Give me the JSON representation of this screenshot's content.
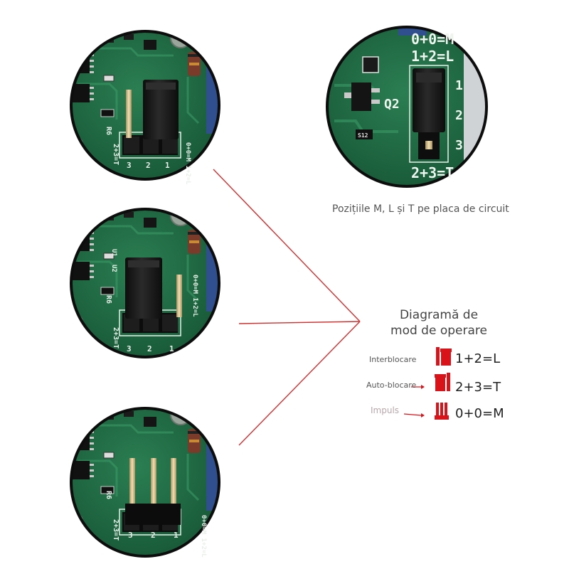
{
  "caption": "Pozițiile M, L și T pe placa de circuit",
  "diagram": {
    "title_line1": "Diagramă de",
    "title_line2": "mod de operare",
    "modes": [
      {
        "label": "Interblocare",
        "code": "1+2=L",
        "jumper": "pins-1-2"
      },
      {
        "label": "Auto-blocare",
        "code": "2+3=T",
        "jumper": "pins-2-3"
      },
      {
        "label": "Impuls",
        "code": "0+0=M",
        "jumper": "none"
      }
    ]
  },
  "board": {
    "pin_numbers": [
      "3",
      "2",
      "1"
    ],
    "marking_left": "2+3=T",
    "marking_right": "0+0=M 1+2=L",
    "component_label": "R6",
    "ic_labels": [
      "U1",
      "U2"
    ]
  },
  "zoom": {
    "top_label_1": "0+0=M",
    "top_label_2": "1+2=L",
    "bottom_label": "2+3=T",
    "pin_numbers": [
      "1",
      "2",
      "3"
    ],
    "transistor_label": "Q2",
    "chip_label": "S12"
  },
  "colors": {
    "pcb_green": "#1f6b43",
    "pcb_dark": "#0f3d24",
    "accent_red": "#d8141a",
    "connector_line": "#d03030",
    "silk": "#e8efe8",
    "jumper_black": "#161616",
    "pin_gold": "#d9c089",
    "relay_blue": "#2f4f8f"
  }
}
